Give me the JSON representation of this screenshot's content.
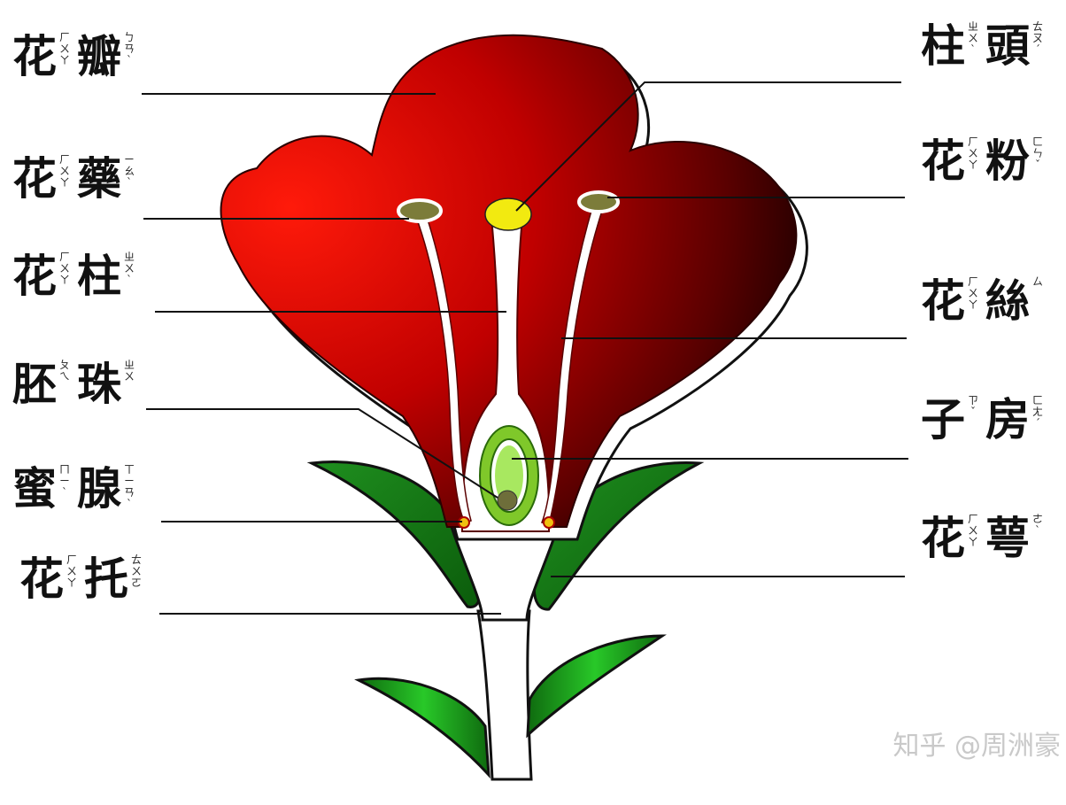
{
  "labels_left": [
    {
      "id": "petal",
      "c1": "花",
      "z1": "ㄏㄨㄚ",
      "c2": "瓣",
      "z2": "ㄅㄢˋ"
    },
    {
      "id": "anther",
      "c1": "花",
      "z1": "ㄏㄨㄚ",
      "c2": "藥",
      "z2": "ㄧㄠˋ"
    },
    {
      "id": "style",
      "c1": "花",
      "z1": "ㄏㄨㄚ",
      "c2": "柱",
      "z2": "ㄓㄨˋ"
    },
    {
      "id": "ovule",
      "c1": "胚",
      "z1": "ㄆㄟ",
      "c2": "珠",
      "z2": "ㄓㄨ"
    },
    {
      "id": "nectary",
      "c1": "蜜",
      "z1": "ㄇㄧˋ",
      "c2": "腺",
      "z2": "ㄒㄧㄢˋ"
    },
    {
      "id": "receptacle",
      "c1": "花",
      "z1": "ㄏㄨㄚ",
      "c2": "托",
      "z2": "ㄊㄨㄛ"
    }
  ],
  "labels_right": [
    {
      "id": "stigma",
      "c1": "柱",
      "z1": "ㄓㄨˋ",
      "c2": "頭",
      "z2": "ㄊㄡˊ"
    },
    {
      "id": "pollen",
      "c1": "花",
      "z1": "ㄏㄨㄚ",
      "c2": "粉",
      "z2": "ㄈㄣˇ"
    },
    {
      "id": "filament",
      "c1": "花",
      "z1": "ㄏㄨㄚ",
      "c2": "絲",
      "z2": "ㄙ"
    },
    {
      "id": "ovary",
      "c1": "子",
      "z1": "ㄗˇ",
      "c2": "房",
      "z2": "ㄈㄤˊ"
    },
    {
      "id": "sepal",
      "c1": "花",
      "z1": "ㄏㄨㄚ",
      "c2": "萼",
      "z2": "ㄜˋ"
    }
  ],
  "watermark": "知乎 @周洲豪",
  "colors": {
    "petal_light": "#e01010",
    "petal_dark": "#8a0000",
    "petal_shadow": "#1a0000",
    "leaf_light": "#22c022",
    "leaf_dark": "#0a6a0a",
    "stigma": "#f2ea10",
    "ovary_ring": "#7fd02a",
    "ovary_inner": "#b8f05a",
    "anther": "#8a8a4a",
    "nectary": "#f0c010"
  }
}
